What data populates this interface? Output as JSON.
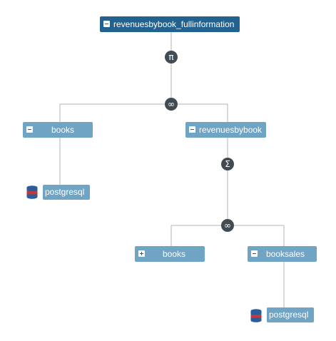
{
  "diagram": {
    "root": {
      "label": "revenuesbybook_fullinformation"
    },
    "operators": {
      "projection_symbol": "π",
      "join_top_symbol": "∞",
      "aggregate_symbol": "Σ",
      "join_inner_symbol": "∞"
    },
    "nodes": {
      "books_left": {
        "label": "books"
      },
      "revenuesbybook": {
        "label": "revenuesbybook"
      },
      "books_inner": {
        "label": "books"
      },
      "booksales": {
        "label": "booksales"
      }
    },
    "sources": {
      "left": {
        "label": "postgresql"
      },
      "right": {
        "label": "postgresql"
      }
    },
    "colors": {
      "root_node": "#23628f",
      "child_node": "#6fa4c4",
      "operator": "#424a52",
      "connector": "#b3b3b3",
      "db_blue": "#2a5d9a",
      "db_red": "#c0393c"
    },
    "icons": {
      "collapse": "minus-toggle-icon",
      "expand": "plus-toggle-icon",
      "database": "database-icon"
    }
  }
}
